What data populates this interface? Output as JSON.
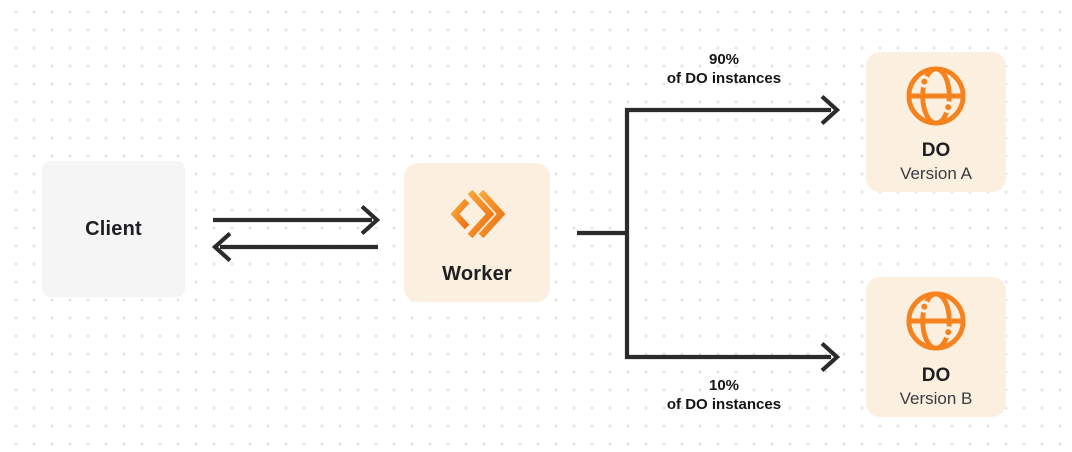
{
  "diagram": {
    "nodes": {
      "client": {
        "label": "Client"
      },
      "worker": {
        "label": "Worker",
        "icon": "workers-logo-icon"
      },
      "do_version_a": {
        "title": "DO",
        "subtitle": "Version A",
        "icon": "globe-icon"
      },
      "do_version_b": {
        "title": "DO",
        "subtitle": "Version B",
        "icon": "globe-icon"
      }
    },
    "edges": {
      "split_top": {
        "line1": "90%",
        "line2": "of DO instances"
      },
      "split_bottom": {
        "line1": "10%",
        "line2": "of DO instances"
      }
    },
    "colors": {
      "accent_orange": "#F6821F",
      "node_cream": "#FBF0DF",
      "node_gray": "#F5F5F6",
      "line_dark": "#2B2B2B",
      "dot_grid": "#E3E3E7",
      "text_primary": "#1E1F22",
      "text_secondary": "#3A3B40"
    }
  }
}
